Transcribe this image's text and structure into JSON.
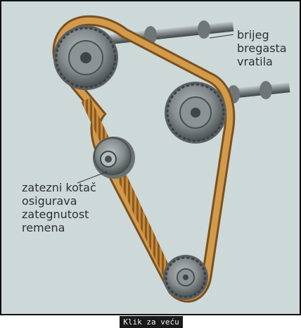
{
  "labels": {
    "camshaft": [
      "brijeg",
      "bregasta",
      "vratila"
    ],
    "tensioner": [
      "zatezni kotač",
      "osigurava",
      "zategnutost",
      "remena"
    ]
  },
  "caption": "Klik za veću",
  "colors": {
    "background": "#cdd8d9",
    "belt": "#c68a3a",
    "belt_dark": "#7a5020",
    "metal": "#8e9597",
    "metal_dark": "#4c5254",
    "frame": "#101010"
  }
}
